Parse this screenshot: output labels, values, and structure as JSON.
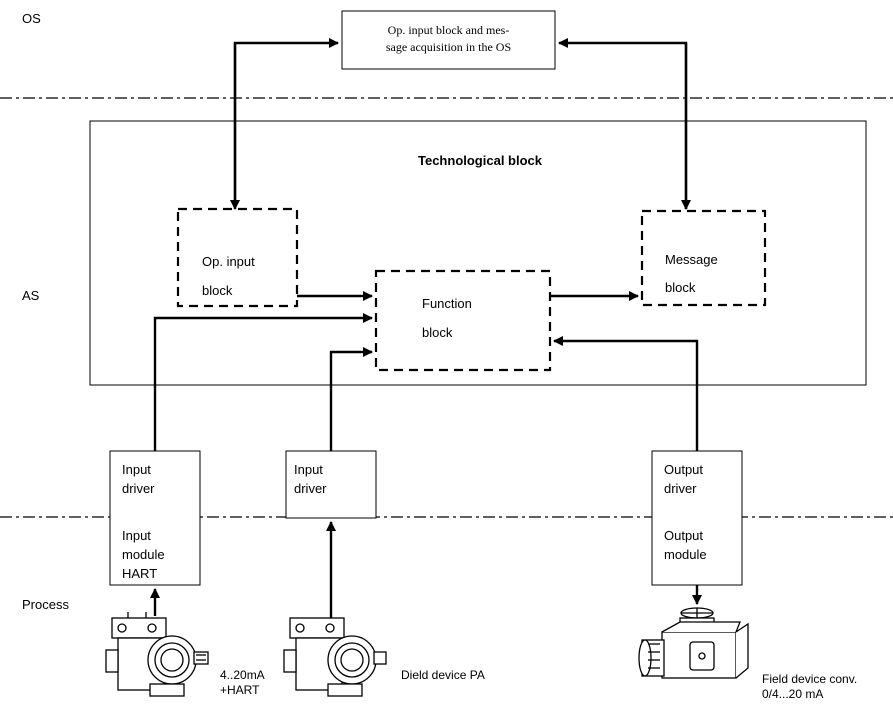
{
  "levels": {
    "os": "OS",
    "as": "AS",
    "process": "Process"
  },
  "os_block": {
    "line1": "Op. input block and mes-",
    "line2": "sage acquisition in the OS"
  },
  "tech_block": {
    "title": "Technological block"
  },
  "op_input_block": {
    "line1": "Op. input",
    "line2": "block"
  },
  "message_block": {
    "line1": "Message",
    "line2": "block"
  },
  "function_block": {
    "line1": "Function",
    "line2": "block"
  },
  "input_driver_1": {
    "line1": "Input",
    "line2": "driver"
  },
  "input_driver_2": {
    "line1": "Input",
    "line2": "driver"
  },
  "output_driver": {
    "line1": "Output",
    "line2": "driver"
  },
  "input_module": {
    "line1": "Input",
    "line2": "module",
    "line3": "HART"
  },
  "output_module": {
    "line1": "Output",
    "line2": "module"
  },
  "devices": {
    "hart": {
      "line1": "4..20mA",
      "line2": "+HART"
    },
    "pa": {
      "label": "Dield device PA"
    },
    "conv": {
      "line1": "Field device conv.",
      "line2": "0/4...20 mA"
    }
  }
}
